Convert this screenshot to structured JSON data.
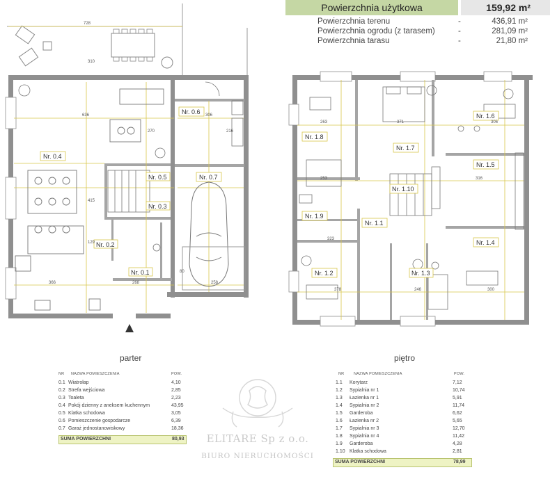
{
  "header": {
    "total_label": "Powierzchnia użytkowa",
    "total_value": "159,92 m²",
    "rows": [
      {
        "name": "Powierzchnia terenu",
        "dash": "-",
        "value": "436,91 m²"
      },
      {
        "name": "Powierzchnia ogrodu (z tarasem)",
        "dash": "-",
        "value": "281,09 m²"
      },
      {
        "name": "Powierzchnia tarasu",
        "dash": "-",
        "value": "21,80 m²"
      }
    ]
  },
  "ground_floor": {
    "title": "parter",
    "col_nr": "NR",
    "col_name": "NAZWA POMIESZCZENIA",
    "col_area": "POW.",
    "rooms": [
      {
        "nr": "0.1",
        "name": "Wiatrołap",
        "area": "4,10"
      },
      {
        "nr": "0.2",
        "name": "Strefa wejściowa",
        "area": "2,85"
      },
      {
        "nr": "0.3",
        "name": "Toaleta",
        "area": "2,23"
      },
      {
        "nr": "0.4",
        "name": "Pokój dzienny z aneksem kuchennym",
        "area": "43,95"
      },
      {
        "nr": "0.5",
        "name": "Klatka schodowa",
        "area": "3,05"
      },
      {
        "nr": "0.6",
        "name": "Pomieszczenie gospodarcze",
        "area": "6,39"
      },
      {
        "nr": "0.7",
        "name": "Garaż jednostanowiskowy",
        "area": "18,36"
      }
    ],
    "sum_label": "SUMA POWIERZCHNI",
    "sum_value": "80,93",
    "plan_labels": [
      "Nr. 0.4",
      "Nr. 0.6",
      "Nr. 0.5",
      "Nr. 0.3",
      "Nr. 0.7",
      "Nr. 0.2",
      "Nr. 0.1"
    ],
    "dims": [
      "728",
      "636",
      "366",
      "306",
      "310",
      "415",
      "268",
      "258",
      "216",
      "270",
      "129",
      "80"
    ]
  },
  "first_floor": {
    "title": "piętro",
    "col_nr": "NR",
    "col_name": "NAZWA POMIESZCZENIA",
    "col_area": "POW.",
    "rooms": [
      {
        "nr": "1.1",
        "name": "Korytarz",
        "area": "7,12"
      },
      {
        "nr": "1.2",
        "name": "Sypialnia nr 1",
        "area": "10,74"
      },
      {
        "nr": "1.3",
        "name": "Łazienka nr 1",
        "area": "5,91"
      },
      {
        "nr": "1.4",
        "name": "Sypialnia nr 2",
        "area": "11,74"
      },
      {
        "nr": "1.5",
        "name": "Garderoba",
        "area": "6,62"
      },
      {
        "nr": "1.6",
        "name": "Łazienka nr 2",
        "area": "5,65"
      },
      {
        "nr": "1.7",
        "name": "Sypialnia nr 3",
        "area": "12,70"
      },
      {
        "nr": "1.8",
        "name": "Sypialnia nr 4",
        "area": "11,42"
      },
      {
        "nr": "1.9",
        "name": "Garderoba",
        "area": "4,28"
      },
      {
        "nr": "1.10",
        "name": "Klatka schodowa",
        "area": "2,81"
      }
    ],
    "sum_label": "SUMA POWIERZCHNI",
    "sum_value": "78,99",
    "plan_labels": [
      "Nr. 1.8",
      "Nr. 1.7",
      "Nr. 1.6",
      "Nr. 1.5",
      "Nr. 1.10",
      "Nr. 1.9",
      "Nr. 1.1",
      "Nr. 1.4",
      "Nr. 1.2",
      "Nr. 1.3"
    ],
    "dims": [
      "263",
      "371",
      "306",
      "378",
      "246",
      "300",
      "253",
      "323",
      "316"
    ]
  },
  "watermark": {
    "company": "ELITARE Sp z o.o.",
    "subtitle": "BIURO NIERUCHOMOŚCI"
  },
  "colors": {
    "wall": "#8f8f8f",
    "dim_line": "#d8c64a",
    "header_label_bg": "#c5d7a4",
    "header_value_bg": "#e7e7e7",
    "sum_bg": "#eef3c4"
  }
}
